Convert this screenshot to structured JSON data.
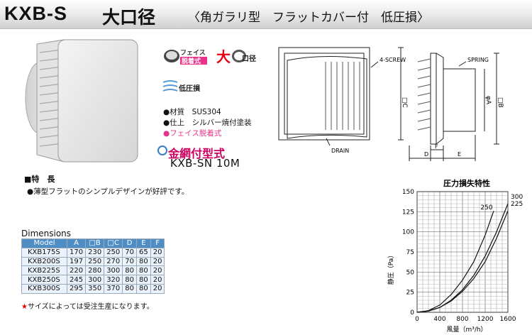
{
  "header": {
    "title": "KXB-S",
    "title_jp": "大口径",
    "subtitle": "〈角ガラリ型　フラットカバー付　低圧損〉"
  },
  "badges": {
    "face_1": "フェイス",
    "face_2": "脱着式",
    "large_1": "大",
    "large_2": "口径",
    "low_loss": "低圧損"
  },
  "specs": {
    "material": "●材質　SUS304",
    "finish": "●仕上　シルバー焼付塗装",
    "face": "●フェイス脱着式"
  },
  "option": {
    "title": "金網付型式",
    "model": "KXB-SN 10M"
  },
  "features": {
    "heading": "■特　長",
    "item": "●薄型フラットのシンプルデザインが好評です。"
  },
  "drawing": {
    "screw": "4-SCREW",
    "drain": "DRAIN",
    "spring": "SPRING",
    "c": "□C",
    "b": "□B",
    "a": "φA",
    "d": "D",
    "e": "E",
    "f": "F"
  },
  "dimensions": {
    "heading": "Dimensions",
    "columns": [
      "Model",
      "A",
      "□B",
      "□C",
      "D",
      "E",
      "F"
    ],
    "rows": [
      [
        "KXB175S",
        "170",
        "230",
        "250",
        "70",
        "65",
        "20"
      ],
      [
        "KXB200S",
        "197",
        "250",
        "270",
        "70",
        "80",
        "20"
      ],
      [
        "KXB225S",
        "220",
        "280",
        "300",
        "80",
        "80",
        "20"
      ],
      [
        "KXB250S",
        "245",
        "300",
        "320",
        "80",
        "80",
        "20"
      ],
      [
        "KXB300S",
        "295",
        "350",
        "370",
        "80",
        "80",
        "20"
      ]
    ],
    "note_star": "★",
    "note": "サイズによっては受注生産になります。"
  },
  "chart_data": {
    "type": "line",
    "title": "圧力損失特性",
    "xlabel": "風量（m³/h）",
    "ylabel": "静圧（Pa）",
    "xlim": [
      0,
      1600
    ],
    "ylim": [
      0,
      150
    ],
    "xticks": [
      0,
      400,
      800,
      1200,
      1600
    ],
    "yticks": [
      0,
      25,
      50,
      75,
      100,
      125,
      150
    ],
    "grid": true,
    "series": [
      {
        "name": "250",
        "x": [
          0,
          200,
          400,
          600,
          800,
          1000,
          1200,
          1350
        ],
        "y": [
          0,
          2,
          9,
          22,
          40,
          63,
          96,
          126
        ]
      },
      {
        "name": "300",
        "x": [
          0,
          200,
          400,
          600,
          800,
          1000,
          1200,
          1400,
          1600
        ],
        "y": [
          0,
          1.5,
          6,
          15,
          28,
          46,
          70,
          100,
          135
        ]
      },
      {
        "name": "225",
        "x": [
          0,
          200,
          400,
          600,
          800,
          1000,
          1200,
          1400,
          1600
        ],
        "y": [
          0,
          1.5,
          6,
          14,
          26,
          42,
          63,
          92,
          126
        ]
      }
    ]
  }
}
